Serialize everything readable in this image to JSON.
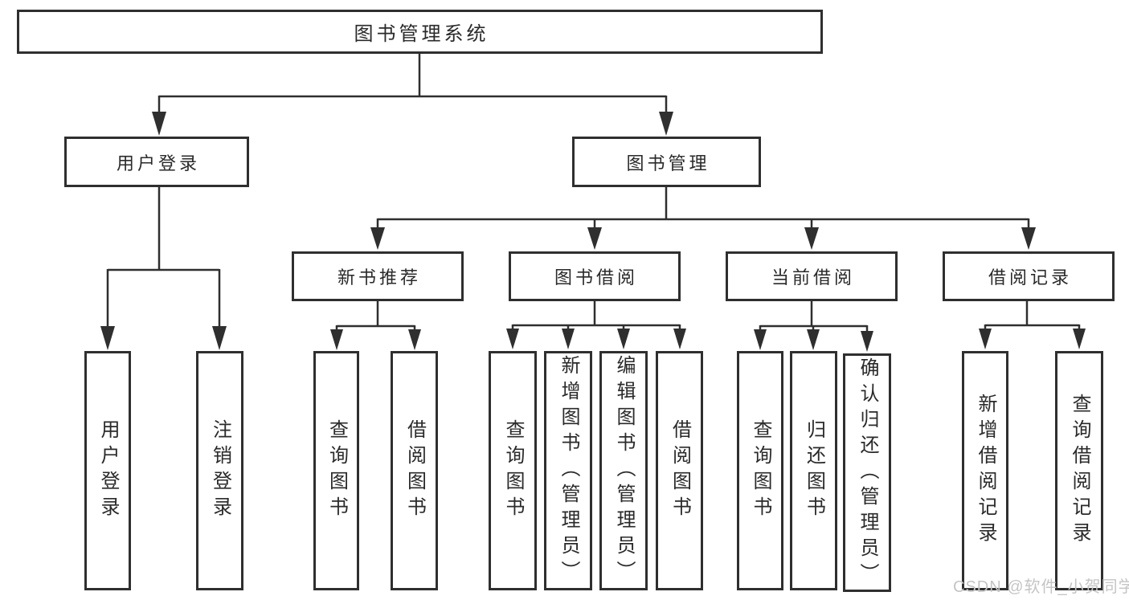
{
  "watermark": "CSDN @软件_小贺同学",
  "colors": {
    "line": "#2f2f2f",
    "box_border": "#2f2f2f",
    "text": "#2a2a2a",
    "watermark": "#c5c5c5",
    "background": "#ffffff"
  },
  "tree": {
    "root": {
      "label": "图书管理系统",
      "children": [
        {
          "label": "用户登录",
          "children": [
            {
              "label": "用户登录"
            },
            {
              "label": "注销登录"
            }
          ]
        },
        {
          "label": "图书管理",
          "children": [
            {
              "label": "新书推荐",
              "children": [
                {
                  "label": "查询图书"
                },
                {
                  "label": "借阅图书"
                }
              ]
            },
            {
              "label": "图书借阅",
              "children": [
                {
                  "label": "查询图书"
                },
                {
                  "label": "新增图书（管理员）"
                },
                {
                  "label": "编辑图书（管理员）"
                },
                {
                  "label": "借阅图书"
                }
              ]
            },
            {
              "label": "当前借阅",
              "children": [
                {
                  "label": "查询图书"
                },
                {
                  "label": "归还图书"
                },
                {
                  "label": "确认归还（管理员）"
                }
              ]
            },
            {
              "label": "借阅记录",
              "children": [
                {
                  "label": "新增借阅记录"
                },
                {
                  "label": "查询借阅记录"
                }
              ]
            }
          ]
        }
      ]
    }
  }
}
